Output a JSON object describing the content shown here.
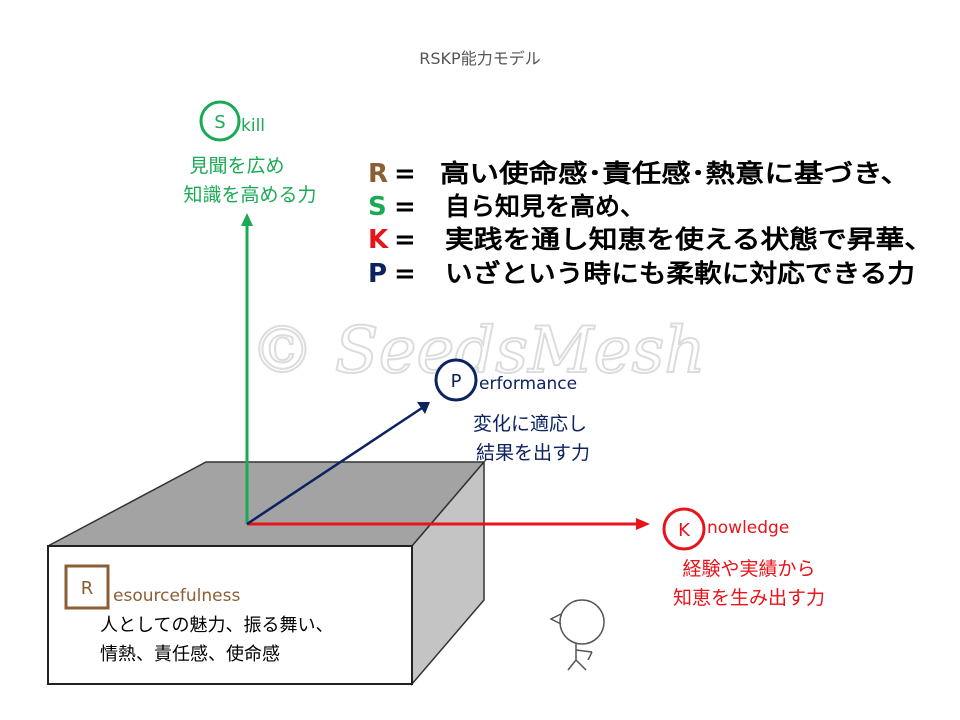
{
  "title": "RSKP能力モデル",
  "watermark": "© SeedsMesh",
  "colors": {
    "r": "#8B5E34",
    "s": "#1AAA55",
    "k": "#E8141B",
    "p": "#0D2361",
    "text": "#000000",
    "title": "#555555"
  },
  "skill": {
    "letter": "S",
    "rest": "kill",
    "lines": [
      "見聞を広め",
      "知識を高める力"
    ]
  },
  "performance": {
    "letter": "P",
    "rest": "erformance",
    "lines": [
      "変化に適応し",
      "結果を出す力"
    ]
  },
  "knowledge": {
    "letter": "K",
    "rest": "nowledge",
    "lines": [
      "経験や実績から",
      "知恵を生み出す力"
    ]
  },
  "resourcefulness": {
    "letter": "R",
    "rest": "esourcefulness",
    "lines": [
      "人としての魅力、振る舞い、",
      "情熱、責任感、使命感"
    ]
  },
  "legend": [
    {
      "key": "R",
      "eq": "=",
      "text": "高い使命感･責任感･熱意に基づき、"
    },
    {
      "key": "S",
      "eq": "=",
      "text": "自ら知見を高め、"
    },
    {
      "key": "K",
      "eq": "=",
      "text": "実践を通し知恵を使える状態で昇華、"
    },
    {
      "key": "P",
      "eq": "=",
      "text": "いざという時にも柔軟に対応できる力"
    }
  ]
}
